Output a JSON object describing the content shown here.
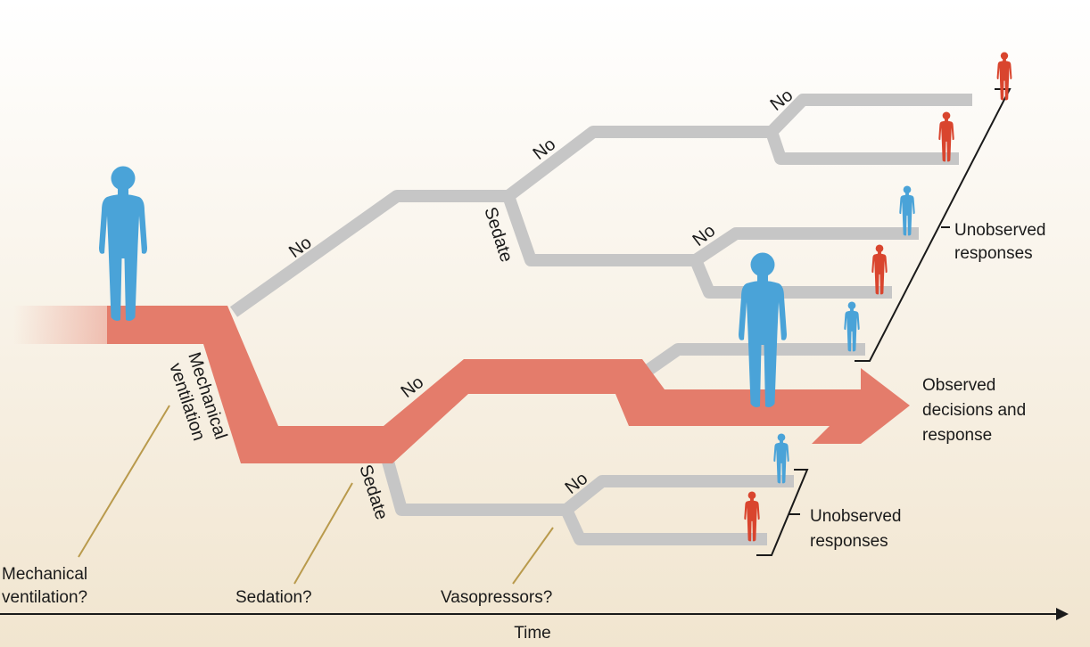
{
  "labels": {
    "no": "No",
    "mechanical_ventilation_line1": "Mechanical",
    "mechanical_ventilation_line2": "ventilation",
    "sedate": "Sedate",
    "unobserved_line1": "Unobserved",
    "unobserved_line2": "responses",
    "observed_line1": "Observed",
    "observed_line2": "decisions and",
    "observed_line3": "response"
  },
  "questions": {
    "mechanical_ventilation_line1": "Mechanical",
    "mechanical_ventilation_line2": "ventilation?",
    "sedation": "Sedation?",
    "vasopressors": "Vasopressors?"
  },
  "axis": {
    "time_label": "Time"
  },
  "colors": {
    "observed_path": "#e47c6b",
    "unobserved_path": "#c6c6c6",
    "favorable_response": "#4aa3d8",
    "adverse_response": "#d9452e",
    "background_top": "#ffffff",
    "background_bottom": "#f1e5cf",
    "leader_line": "#b99a4c"
  },
  "outcomes": [
    {
      "branch": "top-top",
      "response": "adverse"
    },
    {
      "branch": "top-second",
      "response": "adverse"
    },
    {
      "branch": "mid-first",
      "response": "favorable"
    },
    {
      "branch": "mid-second",
      "response": "adverse"
    },
    {
      "branch": "observed-alt",
      "response": "favorable"
    },
    {
      "branch": "observed",
      "response": "favorable"
    },
    {
      "branch": "low-first",
      "response": "favorable"
    },
    {
      "branch": "low-second",
      "response": "adverse"
    }
  ]
}
